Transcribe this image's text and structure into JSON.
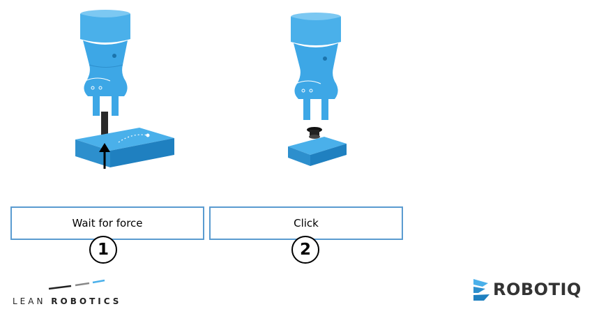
{
  "steps": [
    {
      "number": "1",
      "label": "Wait for force"
    },
    {
      "number": "2",
      "label": "Click"
    }
  ],
  "branding": {
    "left_logo_word1": "LEAN",
    "left_logo_word2": "ROBOTICS",
    "right_logo_text": "ROBOTIQ"
  },
  "colors": {
    "robot_blue": "#4ab0ea",
    "robot_blue_dark": "#2d8fcd",
    "box_border": "#5a9bd0"
  },
  "icons": [
    "gripper-illustration-force",
    "gripper-illustration-click",
    "force-arrow-icon"
  ]
}
